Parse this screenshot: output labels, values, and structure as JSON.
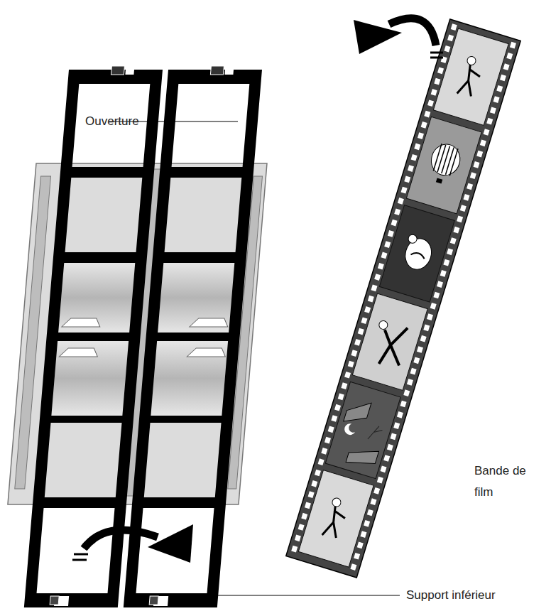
{
  "diagram": {
    "labels": [
      "Ouverture",
      "Bande de film",
      "Support inférieur"
    ]
  }
}
